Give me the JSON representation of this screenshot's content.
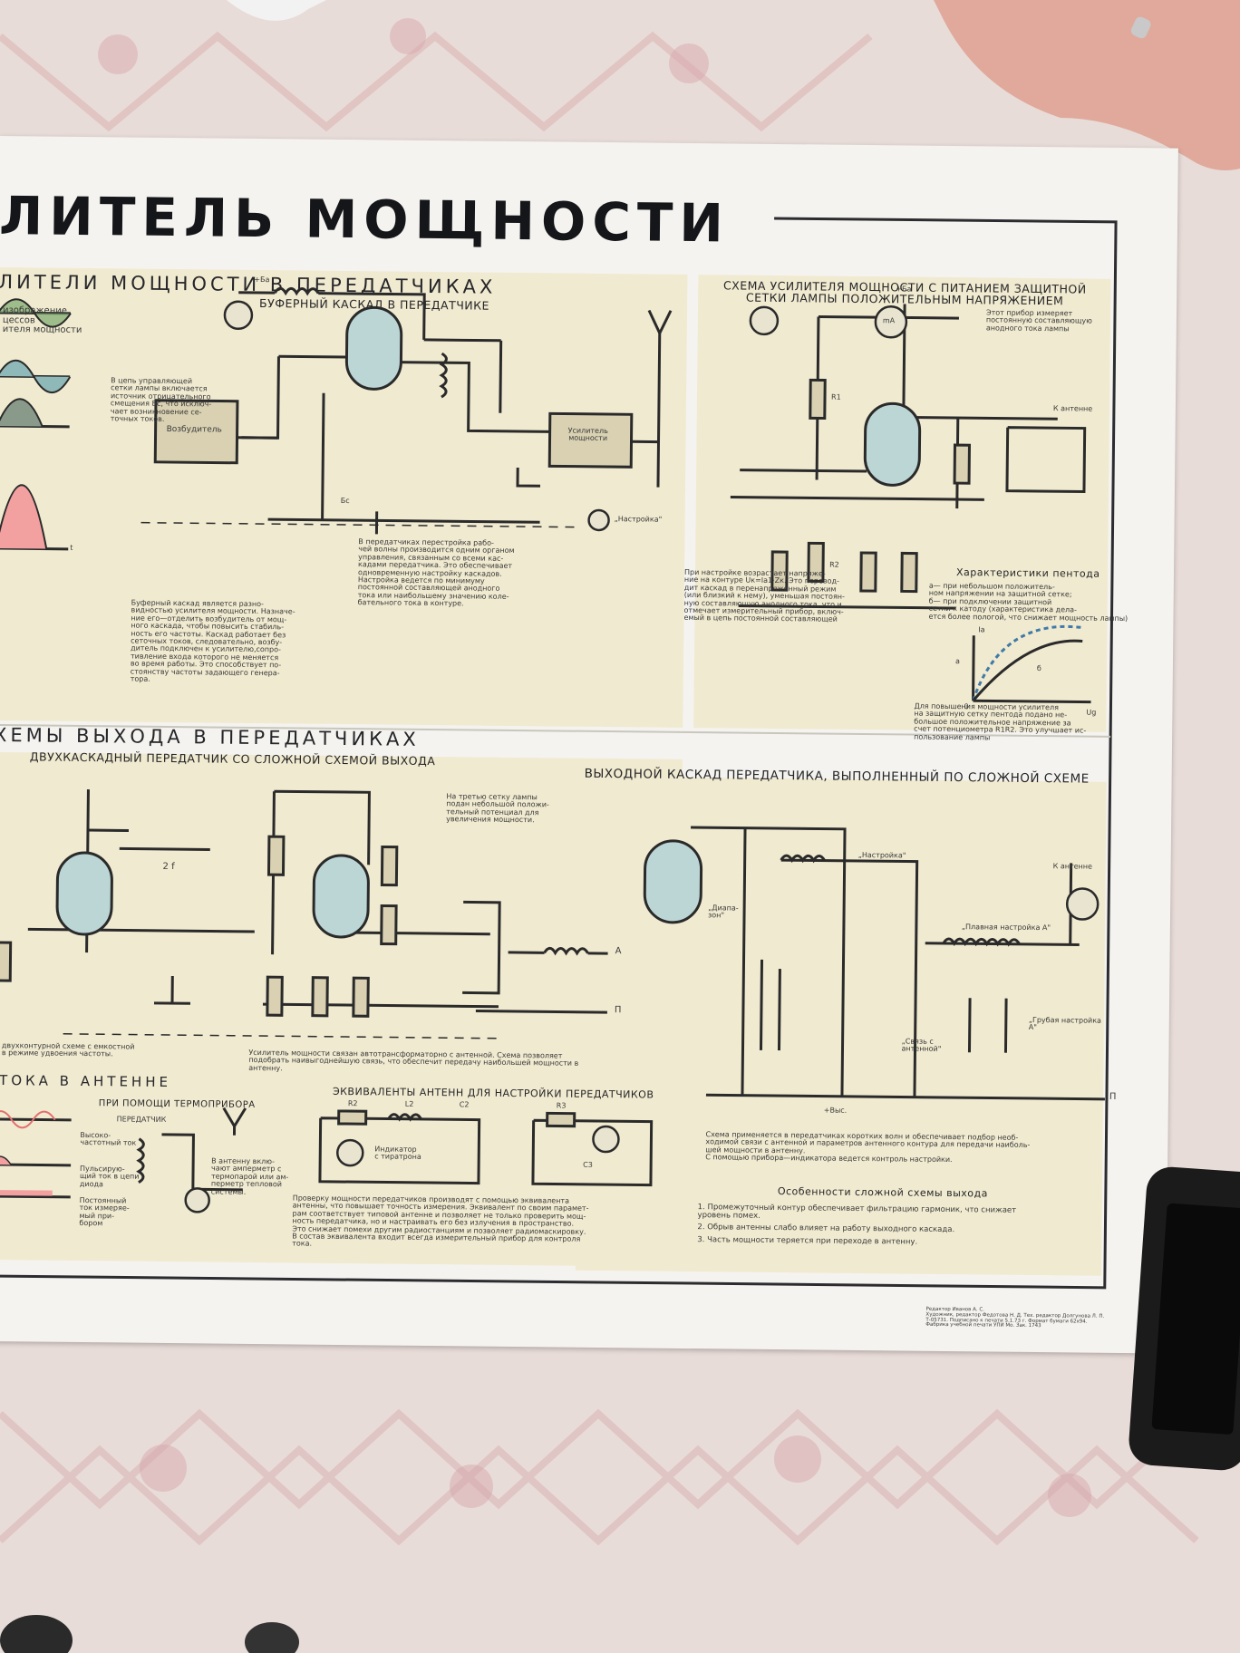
{
  "title": "ЛИТЕЛЬ МОЩНОСТИ",
  "sections": {
    "s1": "ЛИТЕЛИ МОЩНОСТИ В ПЕРЕДАТЧИКАХ",
    "s2": "ХЕМЫ ВЫХОДА В ПЕРЕДАТЧИКАХ",
    "s3": "ТОКА В АНТЕННЕ"
  },
  "subtitles": {
    "buffer": "БУФЕРНЫЙ КАСКАД В ПЕРЕДАТЧИКЕ",
    "screen_supply": "СХЕМА УСИЛИТЕЛЯ МОЩНОСТИ С ПИТАНИЕМ ЗАЩИТНОЙ\nСЕТКИ ЛАМПЫ ПОЛОЖИТЕЛЬНЫМ НАПРЯЖЕНИЕМ",
    "two_stage": "ДВУХКАСКАДНЫЙ ПЕРЕДАТЧИК СО СЛОЖНОЙ СХЕМОЙ ВЫХОДА",
    "output_stage": "ВЫХОДНОЙ КАСКАД ПЕРЕДАТЧИКА, ВЫПОЛНЕННЫЙ ПО СЛОЖНОЙ СХЕМЕ",
    "equivalents": "ЭКВИВАЛЕНТЫ АНТЕНН ДЛЯ НАСТРОЙКИ ПЕРЕДАТЧИКОВ",
    "thermo": "ПРИ ПОМОЩИ ТЕРМОПРИБОРА",
    "pentode": "Характеристики пентода",
    "features": "Особенности сложной схемы выхода"
  },
  "labels": {
    "left_caption": "изображение\nцессов\nителя мощности",
    "bias_note": "В цепь управляющей\nсетки лампы включается\nисточник отрицательного\nсмещения Бc, что исключ-\nчает возникновение се-\nточных токов.",
    "exciter": "Возбудитель",
    "amp_block": "Усилитель\nмощности",
    "tuning_knob": "„Настройка\"",
    "buffer_text": "Буферный каскад является разно-\nвидностью усилителя мощности. Назначе-\nние его—отделить возбудитель от мощ-\nного каскада, чтобы повысить стабиль-\nность его частоты. Каскад работает без\nсеточных токов, следовательно, возбу-\nдитель подключен к усилителю,сопро-\nтивление входа которого не меняется\nво время работы. Это способствует по-\nстоянству частоты задающего генера-\nтора.",
    "retune_text": "В передатчиках перестройка рабо-\nчей волны производится одним органом\nуправления, связанным со всеми кас-\nкадами передатчика. Это обеспечивает\nодновременную настройку каскадов.\nНастройка ведется по минимуму\nпостоянной составляющей анодного\nтока или наибольшему значению коле-\nбательного тока в контуре.",
    "meter_note": "Этот прибор измеряет\nпостоянную составляющую\nанодного тока лампы",
    "to_antenna": "К антенне",
    "tuning_text": "При настройке возрастает напряже-\nние на контуре Uк=Iа1·Zк. Это перевод-\nдит каскад в перенапряженный режим\n(или близкий к нему), уменьшая постоян-\nную составляющую анодного тока, что и\nотмечает измерительный прибор, включ-\nемый в цепь постоянной составляющей",
    "pentode_text": "а— при небольшом положитель-\nном напряжении на защитной сетке;\nб— при подключении защитной\nсетки к катоду (характеристика дела-\nется более пологой, что снижает мощность лампы)",
    "power_text": "Для повышения мощности усилителя\nна защитную сетку пентода подано не-\nбольшое положительное напряжение за\nсчет потенциометра R1R2. Это улучшает ис-\nпользование лампы",
    "third_grid": "На третью сетку лампы\nподан небольшой положи-\nтельный потенциал для\nувеличения мощности.",
    "two_f": "2 f",
    "bottom_left": "о двухконтурной схеме с емкостной\nа в режиме удвоения частоты.",
    "autotrans": "Усилитель мощности связан автотрансформаторно с антенной. Схема позволяет\nподобрать наивыгоднейшую связь, что обеспечит передачу наибольшей мощности в\nантенну.",
    "tuning2": "„Настройка\"",
    "range": "„Диапа-\nзон\"",
    "fine": "„Плавная настройка А\"",
    "coarse": "„Грубая настройка\nА\"",
    "antenna_coupling": "„Связь с\nантенной\"",
    "plus_high": "+Выс.",
    "A": "А",
    "P": "П",
    "mA": "mA",
    "transmitter": "ПЕРЕДАТЧИК",
    "hf_current": "Высоко-\nчастотный ток",
    "pulsing": "Пульсирую-\nщий ток в цепи\nдиода",
    "dc": "Постоянный\nток измеряе-\nмый при-\nбором",
    "ammeter_note": "В антенну вклю-\nчают амперметр с\nтермопарой или ам-\nперметр тепловой\nсистемы.",
    "indicator": "Индикатор\nс тиратрона",
    "check_text": "Проверку мощности передатчиков производят с помощью эквивалента\nантенны, что повышает точность измерения. Эквивалент по своим парамет-\nрам соответствует типовой антенне и позволяет не только проверить мощ-\nность передатчика, но и настраивать его без излучения в пространство.\nЭто снижает помехи другим радиостанциям и позволяет радиомаскировку.\nВ состав эквивалента входит всегда измерительный прибор для контроля\nтока.",
    "scheme_text": "Схема применяется в передатчиках коротких волн и обеспечивает подбор необ-\nходимой связи с антенной и параметров антенного контура для передачи наиболь-\nшей мощности в антенну.\nС помощью прибора—индикатора ведется контроль настройки.",
    "f1": "1. Промежуточный контур обеспечивает фильтрацию гармоник, что снижает\n   уровень помех.",
    "f2": "2. Обрыв антенны слабо влияет на работу выходного каскада.",
    "f3": "3. Часть мощности теряется при переходе в антенну.",
    "imprint": "Редактор Иванов А. С.\nХудожник, редактор Федотова Н. Д. Тех. редактор Долгунова Л. П.\nТ-05731. Подписано к печати 5.1.73 г. Формат бумаги 62х94.\nФабрика учебной печати УПИ Мо. Зак. 1743"
  },
  "components": {
    "Bs": "+Бa",
    "Ba": "+Бa",
    "Bc": "Бc",
    "R1": "R1",
    "R2": "R2",
    "R2b": "R2",
    "L2": "L2",
    "C2": "C2",
    "R3": "R3",
    "C3": "C3",
    "Ia": "Ia",
    "Ug": "Ug",
    "a": "а",
    "b": "б",
    "zero": "0",
    "t": "t"
  },
  "colors": {
    "poster": "#f4f3ef",
    "panel": "#f0ead0",
    "tube": "#bcd6d6",
    "resistor": "#d9d1b2",
    "wave_green": "#7caa6e",
    "wave_blue": "#8fb8b8",
    "wave_pink": "#f2a0a0",
    "ink": "#2a2a2a"
  }
}
